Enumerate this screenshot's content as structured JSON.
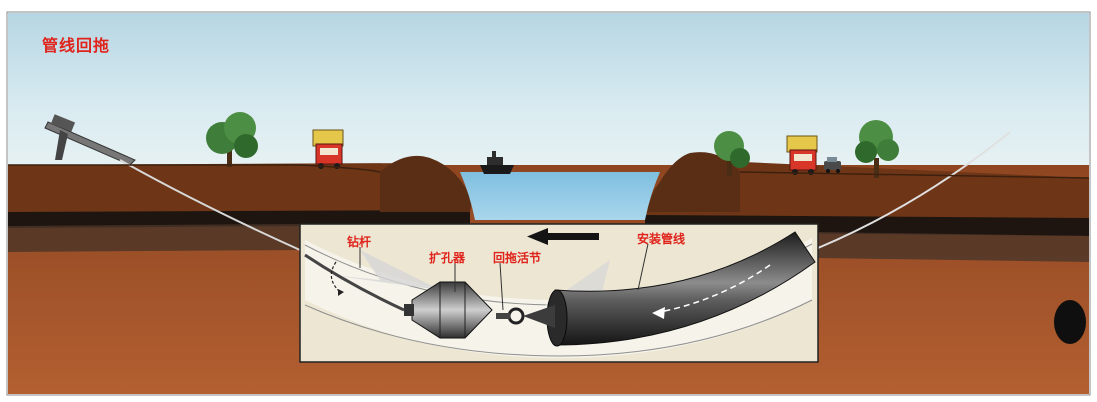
{
  "title": "管线回拖",
  "labels": {
    "drill_rod": "钻杆",
    "reamer": "扩孔器",
    "swivel": "回拖活节",
    "product_pipe": "安装管线"
  },
  "colors": {
    "label_red": "#e0241c",
    "sky_top": "#b9d9e6",
    "soil": "#a5532a",
    "water": "#8ac4e0",
    "pipe": "#2b2b2b"
  }
}
